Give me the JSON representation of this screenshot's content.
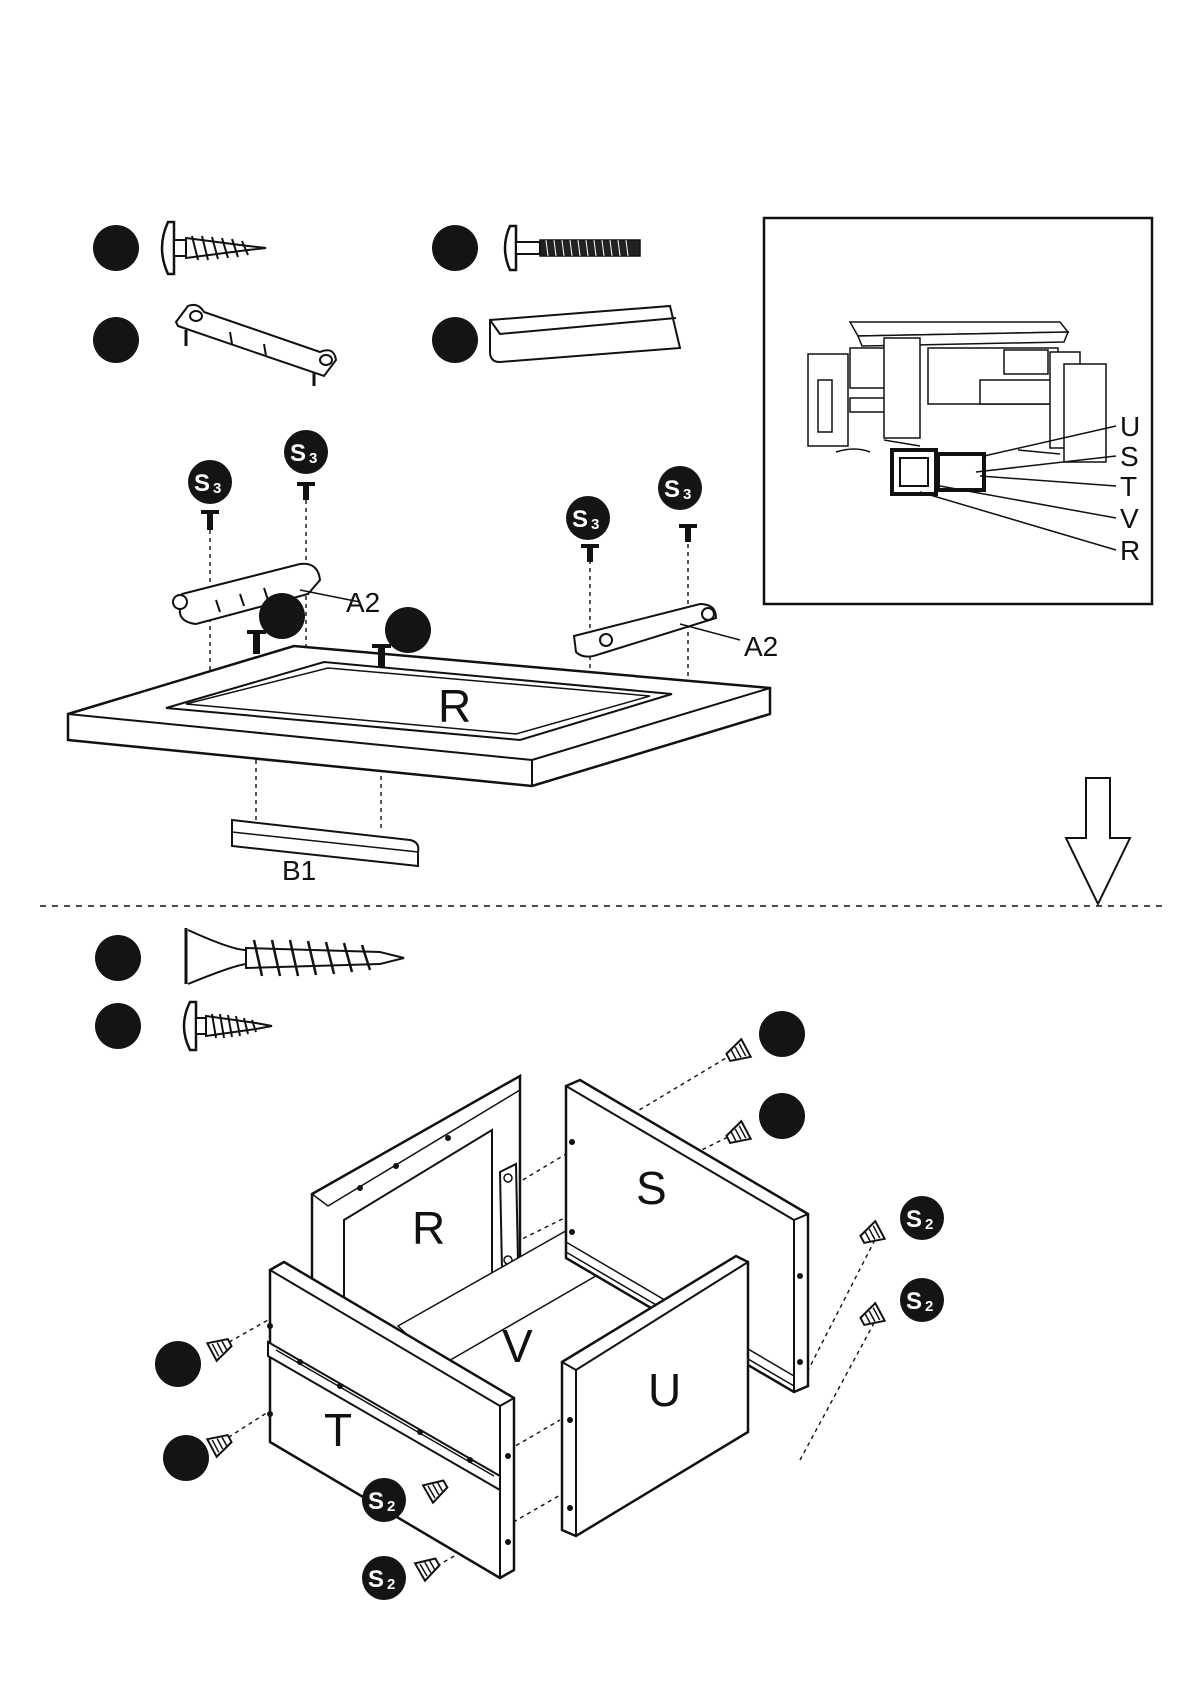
{
  "top_step": {
    "labels": {
      "bracket": "A2",
      "bracket_right": "A2",
      "frame": "R",
      "rail": "B1"
    },
    "screw_badges": {
      "prefix": "S",
      "num": "3"
    }
  },
  "overview": {
    "callouts": [
      "U",
      "S",
      "T",
      "V",
      "R"
    ]
  },
  "bottom_step": {
    "panels": {
      "back": "R",
      "left": "S",
      "bottom": "V",
      "right": "U",
      "front": "T"
    },
    "screw_badges": {
      "prefix": "S",
      "num": "2"
    }
  },
  "colors": {
    "ink": "#111111",
    "paper": "#ffffff",
    "fill_dot": "#141414"
  },
  "icons": [
    "screw-icon",
    "bolt-icon",
    "bracket-icon",
    "rail-icon",
    "long-screw-icon",
    "short-screw-icon",
    "down-arrow-icon"
  ]
}
